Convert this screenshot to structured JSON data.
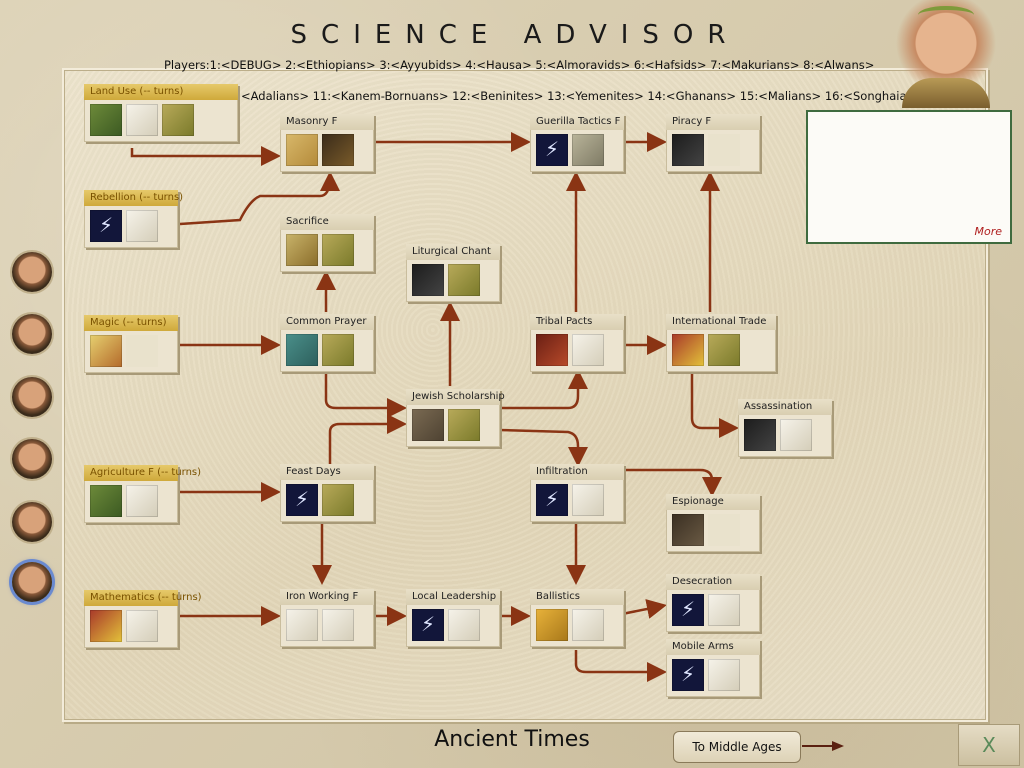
{
  "title": "SCIENCE ADVISOR",
  "players_line1": "Players:1:<DEBUG> 2:<Ethiopians> 3:<Ayyubids> 4:<Hausa> 5:<Almoravids> 6:<Hafsids> 7:<Makurians> 8:<Alwans>",
  "players_line2": "<Adalians> 11:<Kanem-Bornuans> 12:<Beninites> 13:<Yemenites> 14:<Ghanans> 15:<Malians> 16:<Songhaians>",
  "nodes": {
    "land_use": {
      "label": "Land Use  (-- turns)",
      "icons": [
        "farm-icon",
        "worker-icon",
        "ox-plow-icon"
      ]
    },
    "rebellion": {
      "label": "Rebellion  (-- turns)",
      "icons": [
        "bolt-icon",
        "rebel-unit-icon"
      ]
    },
    "magic": {
      "label": "Magic  (-- turns)",
      "icons": [
        "magic-lamp-icon"
      ]
    },
    "agriculture": {
      "label": "Agriculture F  (-- turns)",
      "icons": [
        "field-icon",
        "farmer-unit-icon"
      ]
    },
    "mathematics": {
      "label": "Mathematics  (-- turns)",
      "icons": [
        "abacus-icon",
        "catapult-icon"
      ]
    },
    "masonry": {
      "label": "Masonry F",
      "icons": [
        "wall-icon",
        "gold-coin-icon"
      ]
    },
    "sacrifice": {
      "label": "Sacrifice",
      "icons": [
        "bone-icon",
        "altar-icon"
      ]
    },
    "common_prayer": {
      "label": "Common Prayer",
      "icons": [
        "prayer-icon",
        "temple-icon"
      ]
    },
    "feast_days": {
      "label": "Feast Days",
      "icons": [
        "bolt-icon",
        "market-icon"
      ]
    },
    "iron_working": {
      "label": "Iron Working F",
      "icons": [
        "sword-icon",
        "swordsman-icon"
      ]
    },
    "liturgical_chant": {
      "label": "Liturgical Chant",
      "icons": [
        "choir-icon",
        "church-icon"
      ]
    },
    "jewish_scholarship": {
      "label": "Jewish Scholarship",
      "icons": [
        "scroll-icon",
        "scales-icon"
      ]
    },
    "local_leadership": {
      "label": "Local Leadership",
      "icons": [
        "bolt-icon",
        "spearman-icon"
      ]
    },
    "guerilla_tactics": {
      "label": "Guerilla Tactics F",
      "icons": [
        "bolt-icon",
        "stone-icon"
      ]
    },
    "tribal_pacts": {
      "label": "Tribal Pacts",
      "icons": [
        "mask-icon",
        "archer-icon"
      ]
    },
    "infiltration": {
      "label": "Infiltration",
      "icons": [
        "bolt-icon",
        "spy-unit-icon"
      ]
    },
    "ballistics": {
      "label": "Ballistics",
      "icons": [
        "siege-engine-icon",
        "cannon-icon"
      ]
    },
    "piracy": {
      "label": "Piracy F",
      "icons": [
        "pirate-flag-icon"
      ]
    },
    "international_trade": {
      "label": "International Trade",
      "icons": [
        "goods-icon",
        "trader-icon"
      ]
    },
    "assassination": {
      "label": "Assassination",
      "icons": [
        "dagger-icon",
        "assassin-icon"
      ]
    },
    "espionage": {
      "label": "Espionage",
      "icons": [
        "statue-icon"
      ]
    },
    "desecration": {
      "label": "Desecration",
      "icons": [
        "bolt-icon",
        "raider-icon"
      ]
    },
    "mobile_arms": {
      "label": "Mobile Arms",
      "icons": [
        "bolt-icon",
        "cavalry-icon"
      ]
    }
  },
  "info_panel": {
    "more_label": "More"
  },
  "footer": {
    "era_label": "Ancient Times",
    "next_era_button": "To Middle Ages",
    "close_label": "X"
  },
  "colors": {
    "known_header": "#cfa93a",
    "arrow": "#8a3414",
    "panel_border": "#3f6b3f",
    "more_link": "#b02020"
  }
}
